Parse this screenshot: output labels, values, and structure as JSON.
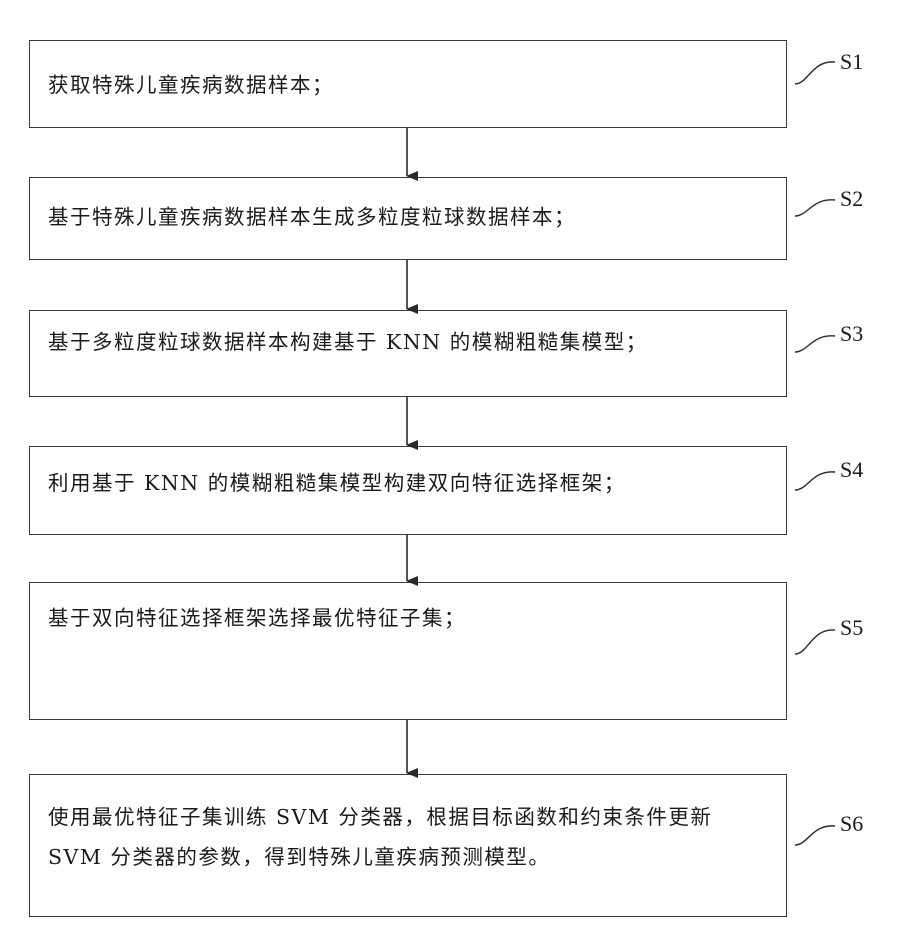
{
  "steps": [
    {
      "id": "S1",
      "label": "S1",
      "text": "获取特殊儿童疾病数据样本；"
    },
    {
      "id": "S2",
      "label": "S2",
      "text": "基于特殊儿童疾病数据样本生成多粒度粒球数据样本；"
    },
    {
      "id": "S3",
      "label": "S3",
      "text": "基于多粒度粒球数据样本构建基于 KNN 的模糊粗糙集模型；"
    },
    {
      "id": "S4",
      "label": "S4",
      "text": "利用基于 KNN 的模糊粗糙集模型构建双向特征选择框架；"
    },
    {
      "id": "S5",
      "label": "S5",
      "text": "基于双向特征选择框架选择最优特征子集；"
    },
    {
      "id": "S6",
      "label": "S6",
      "text": "使用最优特征子集训练 SVM 分类器，根据目标函数和约束条件更新 SVM 分类器的参数，得到特殊儿童疾病预测模型。"
    }
  ]
}
